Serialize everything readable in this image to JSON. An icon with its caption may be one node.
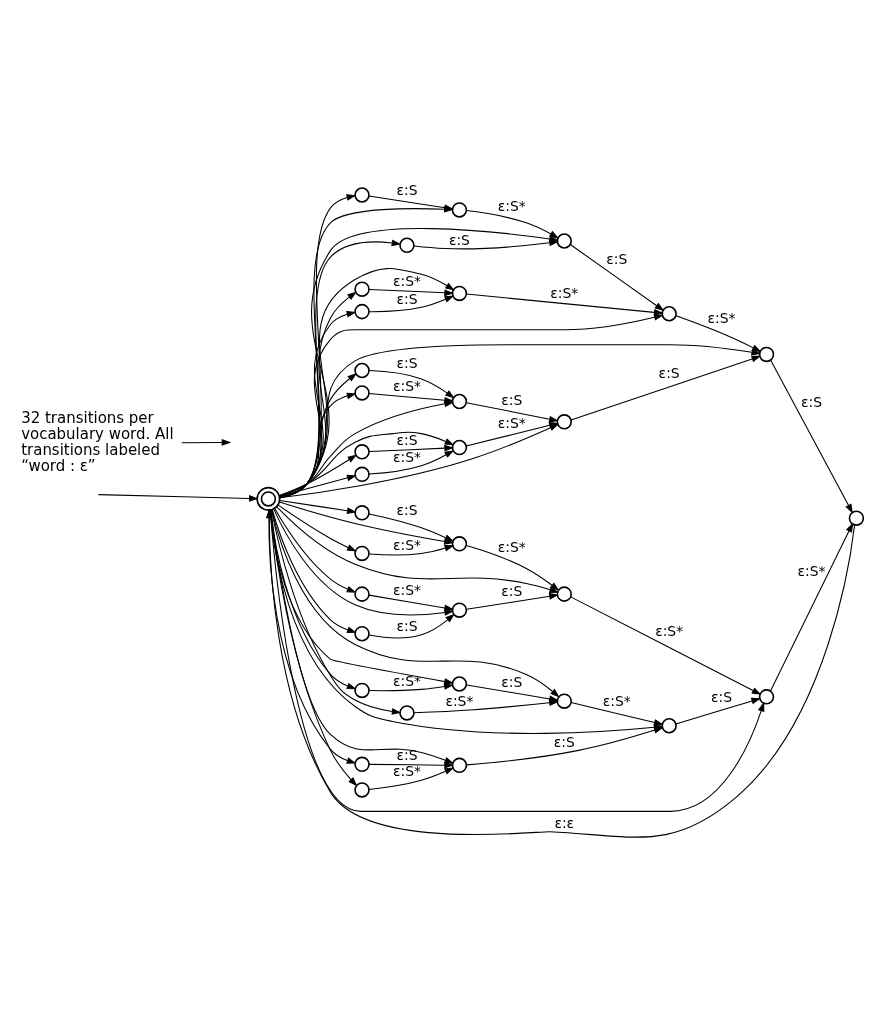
{
  "diagram": {
    "nodes": [
      {
        "text": [
          "32 transitions per vocabulary word. All transitions labeled “word : ε”"
        ]
      },
      {
        "text": [],
        "shape": "doublecircle"
      },
      {
        "text": [],
        "shape": "circle"
      },
      {
        "text": [],
        "shape": "circle"
      },
      {
        "text": [],
        "shape": "circle"
      },
      {
        "text": [],
        "shape": "circle"
      },
      {
        "text": [],
        "shape": "circle"
      },
      {
        "text": [],
        "shape": "circle"
      },
      {
        "text": [],
        "shape": "circle"
      },
      {
        "text": [],
        "shape": "circle"
      },
      {
        "text": [],
        "shape": "circle"
      },
      {
        "text": [],
        "shape": "circle"
      },
      {
        "text": [],
        "shape": "circle"
      },
      {
        "text": [],
        "shape": "circle"
      },
      {
        "text": [],
        "shape": "circle"
      },
      {
        "text": [],
        "shape": "circle"
      },
      {
        "text": [],
        "shape": "circle"
      },
      {
        "text": [],
        "shape": "circle"
      },
      {
        "text": [],
        "shape": "circle"
      },
      {
        "text": [],
        "shape": "circle"
      },
      {
        "text": [],
        "shape": "circle"
      },
      {
        "text": [],
        "shape": "circle"
      },
      {
        "text": [],
        "shape": "circle"
      },
      {
        "text": [],
        "shape": "circle"
      },
      {
        "text": [],
        "shape": "circle"
      },
      {
        "text": [],
        "shape": "circle"
      },
      {
        "text": [],
        "shape": "circle"
      },
      {
        "text": [],
        "shape": "circle"
      },
      {
        "text": [],
        "shape": "circle"
      },
      {
        "text": [],
        "shape": "circle"
      },
      {
        "text": [],
        "shape": "circle"
      },
      {
        "text": [],
        "shape": "circle"
      },
      {
        "text": [],
        "shape": "circle"
      },
      {
        "text": [],
        "shape": "circle"
      },
      {
        "text": [],
        "shape": "circle"
      }
    ],
    "edges": [
      {
        "from": null,
        "to": 1,
        "arrow": "to"
      },
      {
        "from": 0,
        "to": null,
        "arrow": "to"
      },
      {
        "from": 3,
        "to": 2,
        "arrow": "to",
        "label": "ε:S"
      },
      {
        "from": 4,
        "to": 2,
        "arrow": "to",
        "label": "ε:S*"
      },
      {
        "from": 5,
        "to": 3,
        "arrow": "to",
        "label": "ε:S"
      },
      {
        "from": 6,
        "to": 3,
        "arrow": "to",
        "label": "ε:S*"
      },
      {
        "from": 7,
        "to": 4,
        "arrow": "to",
        "label": "ε:S"
      },
      {
        "from": 8,
        "to": 4,
        "arrow": "to",
        "label": "ε:S*"
      },
      {
        "from": 9,
        "to": 5,
        "arrow": "to",
        "label": "ε:S"
      },
      {
        "from": 10,
        "to": 5,
        "arrow": "to",
        "label": "ε:S*"
      },
      {
        "from": 11,
        "to": 6,
        "arrow": "to",
        "label": "ε:S"
      },
      {
        "from": 12,
        "to": 6,
        "arrow": "to",
        "label": "ε:S*"
      },
      {
        "from": 13,
        "to": 7,
        "arrow": "to",
        "label": "ε:S"
      },
      {
        "from": 14,
        "to": 7,
        "arrow": "to",
        "label": "ε:S*"
      },
      {
        "from": 15,
        "to": 8,
        "arrow": "to",
        "label": "ε:S"
      },
      {
        "from": 16,
        "to": 8,
        "arrow": "to",
        "label": "ε:S*"
      },
      {
        "from": 17,
        "to": 9,
        "arrow": "to",
        "label": "ε:S"
      },
      {
        "from": 18,
        "to": 9,
        "arrow": "to",
        "label": "ε:S*"
      },
      {
        "from": 19,
        "to": 10,
        "arrow": "to",
        "label": "ε:S"
      },
      {
        "from": 20,
        "to": 10,
        "arrow": "to",
        "label": "ε:S*"
      },
      {
        "from": 21,
        "to": 11,
        "arrow": "to",
        "label": "ε:S"
      },
      {
        "from": 22,
        "to": 11,
        "arrow": "to",
        "label": "ε:S*"
      },
      {
        "from": 23,
        "to": 22,
        "arrow": "to",
        "label": "ε:S"
      },
      {
        "from": 24,
        "to": 12,
        "arrow": "to",
        "label": "ε:S"
      },
      {
        "from": 25,
        "to": 12,
        "arrow": "to",
        "label": "ε:S*"
      },
      {
        "from": 26,
        "to": 13,
        "arrow": "to",
        "label": "ε:S"
      },
      {
        "from": 27,
        "to": 13,
        "arrow": "to",
        "label": "ε:S*"
      },
      {
        "from": 28,
        "to": 14,
        "arrow": "to",
        "label": "ε:S"
      },
      {
        "from": 29,
        "to": 28,
        "arrow": "to",
        "label": "ε:S*"
      },
      {
        "from": 30,
        "to": 14,
        "arrow": "to",
        "label": "ε:S*"
      },
      {
        "from": 31,
        "to": 15,
        "arrow": "to",
        "label": "ε:S"
      },
      {
        "from": 32,
        "to": 15,
        "arrow": "to",
        "label": "ε:S*"
      },
      {
        "from": 33,
        "to": 16,
        "arrow": "to",
        "label": "ε:S"
      },
      {
        "from": 34,
        "to": 16,
        "arrow": "to",
        "label": "ε:S*"
      },
      {
        "from": 2,
        "to": 1,
        "arrow": "to",
        "label": "ε:ε"
      },
      {
        "from": 1,
        "to": 17,
        "arrow": "to"
      },
      {
        "from": 1,
        "to": 9,
        "arrow": "to"
      },
      {
        "from": 1,
        "to": 18,
        "arrow": "to"
      },
      {
        "from": 1,
        "to": 5,
        "arrow": "to"
      },
      {
        "from": 1,
        "to": 19,
        "arrow": "to"
      },
      {
        "from": 1,
        "to": 10,
        "arrow": "to"
      },
      {
        "from": 1,
        "to": 20,
        "arrow": "to"
      },
      {
        "from": 1,
        "to": 3,
        "arrow": "to"
      },
      {
        "from": 1,
        "to": 21,
        "arrow": "to"
      },
      {
        "from": 1,
        "to": 11,
        "arrow": "to"
      },
      {
        "from": 1,
        "to": 23,
        "arrow": "to"
      },
      {
        "from": 1,
        "to": 22,
        "arrow": "to"
      },
      {
        "from": 1,
        "to": 6,
        "arrow": "to"
      },
      {
        "from": 1,
        "to": 24,
        "arrow": "to"
      },
      {
        "from": 1,
        "to": 12,
        "arrow": "to"
      },
      {
        "from": 1,
        "to": 25,
        "arrow": "to"
      },
      {
        "from": 1,
        "to": 26,
        "arrow": "to"
      },
      {
        "from": 1,
        "to": 13,
        "arrow": "to"
      },
      {
        "from": 1,
        "to": 27,
        "arrow": "to"
      },
      {
        "from": 1,
        "to": 7,
        "arrow": "to"
      },
      {
        "from": 1,
        "to": 28,
        "arrow": "to"
      },
      {
        "from": 1,
        "to": 29,
        "arrow": "to"
      },
      {
        "from": 1,
        "to": 14,
        "arrow": "to"
      },
      {
        "from": 1,
        "to": 30,
        "arrow": "to"
      },
      {
        "from": 1,
        "to": 4,
        "arrow": "to"
      },
      {
        "from": 1,
        "to": 31,
        "arrow": "to"
      },
      {
        "from": 1,
        "to": 15,
        "arrow": "to"
      },
      {
        "from": 1,
        "to": 32,
        "arrow": "to"
      },
      {
        "from": 1,
        "to": 8,
        "arrow": "to"
      },
      {
        "from": 1,
        "to": 33,
        "arrow": "to"
      },
      {
        "from": 1,
        "to": 16,
        "arrow": "to"
      },
      {
        "from": 1,
        "to": 34,
        "arrow": "to"
      }
    ]
  }
}
